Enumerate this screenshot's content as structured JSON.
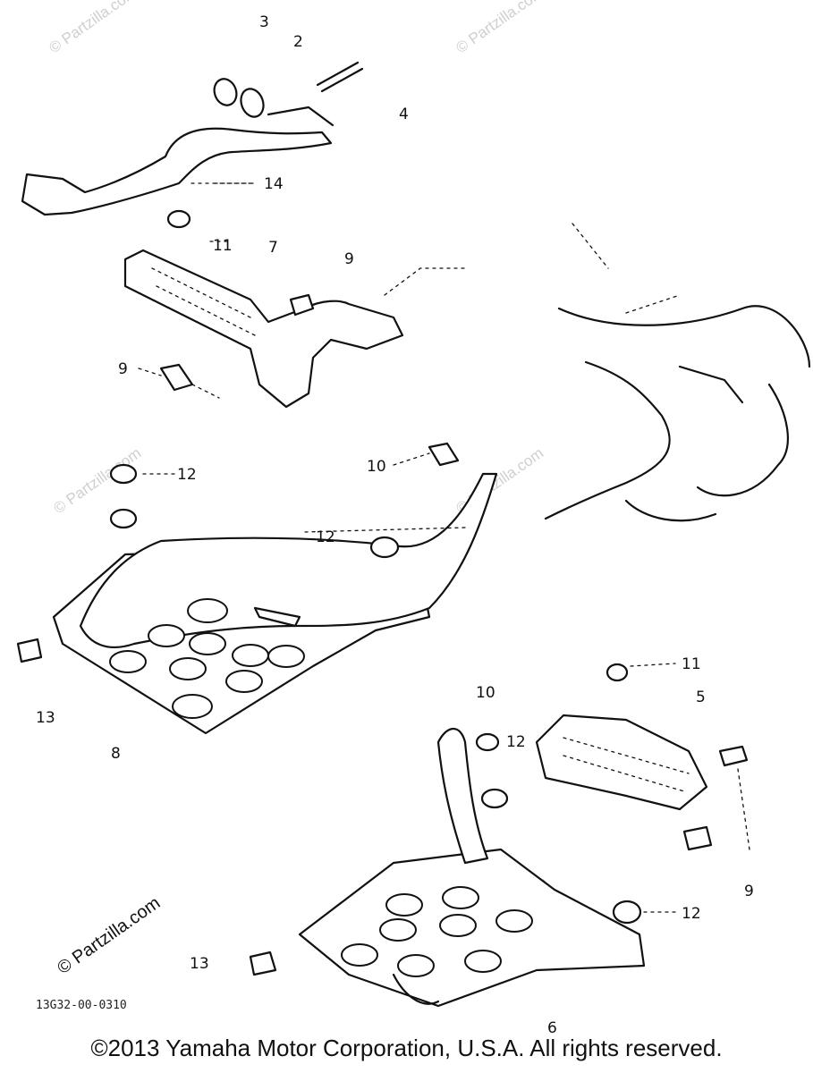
{
  "callouts": {
    "c3": "3",
    "c2": "2",
    "c4": "4",
    "c14": "14",
    "c11a": "11",
    "c7": "7",
    "c9a": "9",
    "c9b": "9",
    "c10a": "10",
    "c12a": "12",
    "c12b": "12",
    "c13a": "13",
    "c8": "8",
    "c10b": "10",
    "c11b": "11",
    "c5": "5",
    "c12c": "12",
    "c9c": "9",
    "c12d": "12",
    "c13b": "13",
    "c6": "6"
  },
  "drawing_code": "13G32-00-0310",
  "watermark": "© Partzilla.com",
  "copyright": "©2013  Yamaha Motor Corporation, U.S.A. All rights reserved."
}
